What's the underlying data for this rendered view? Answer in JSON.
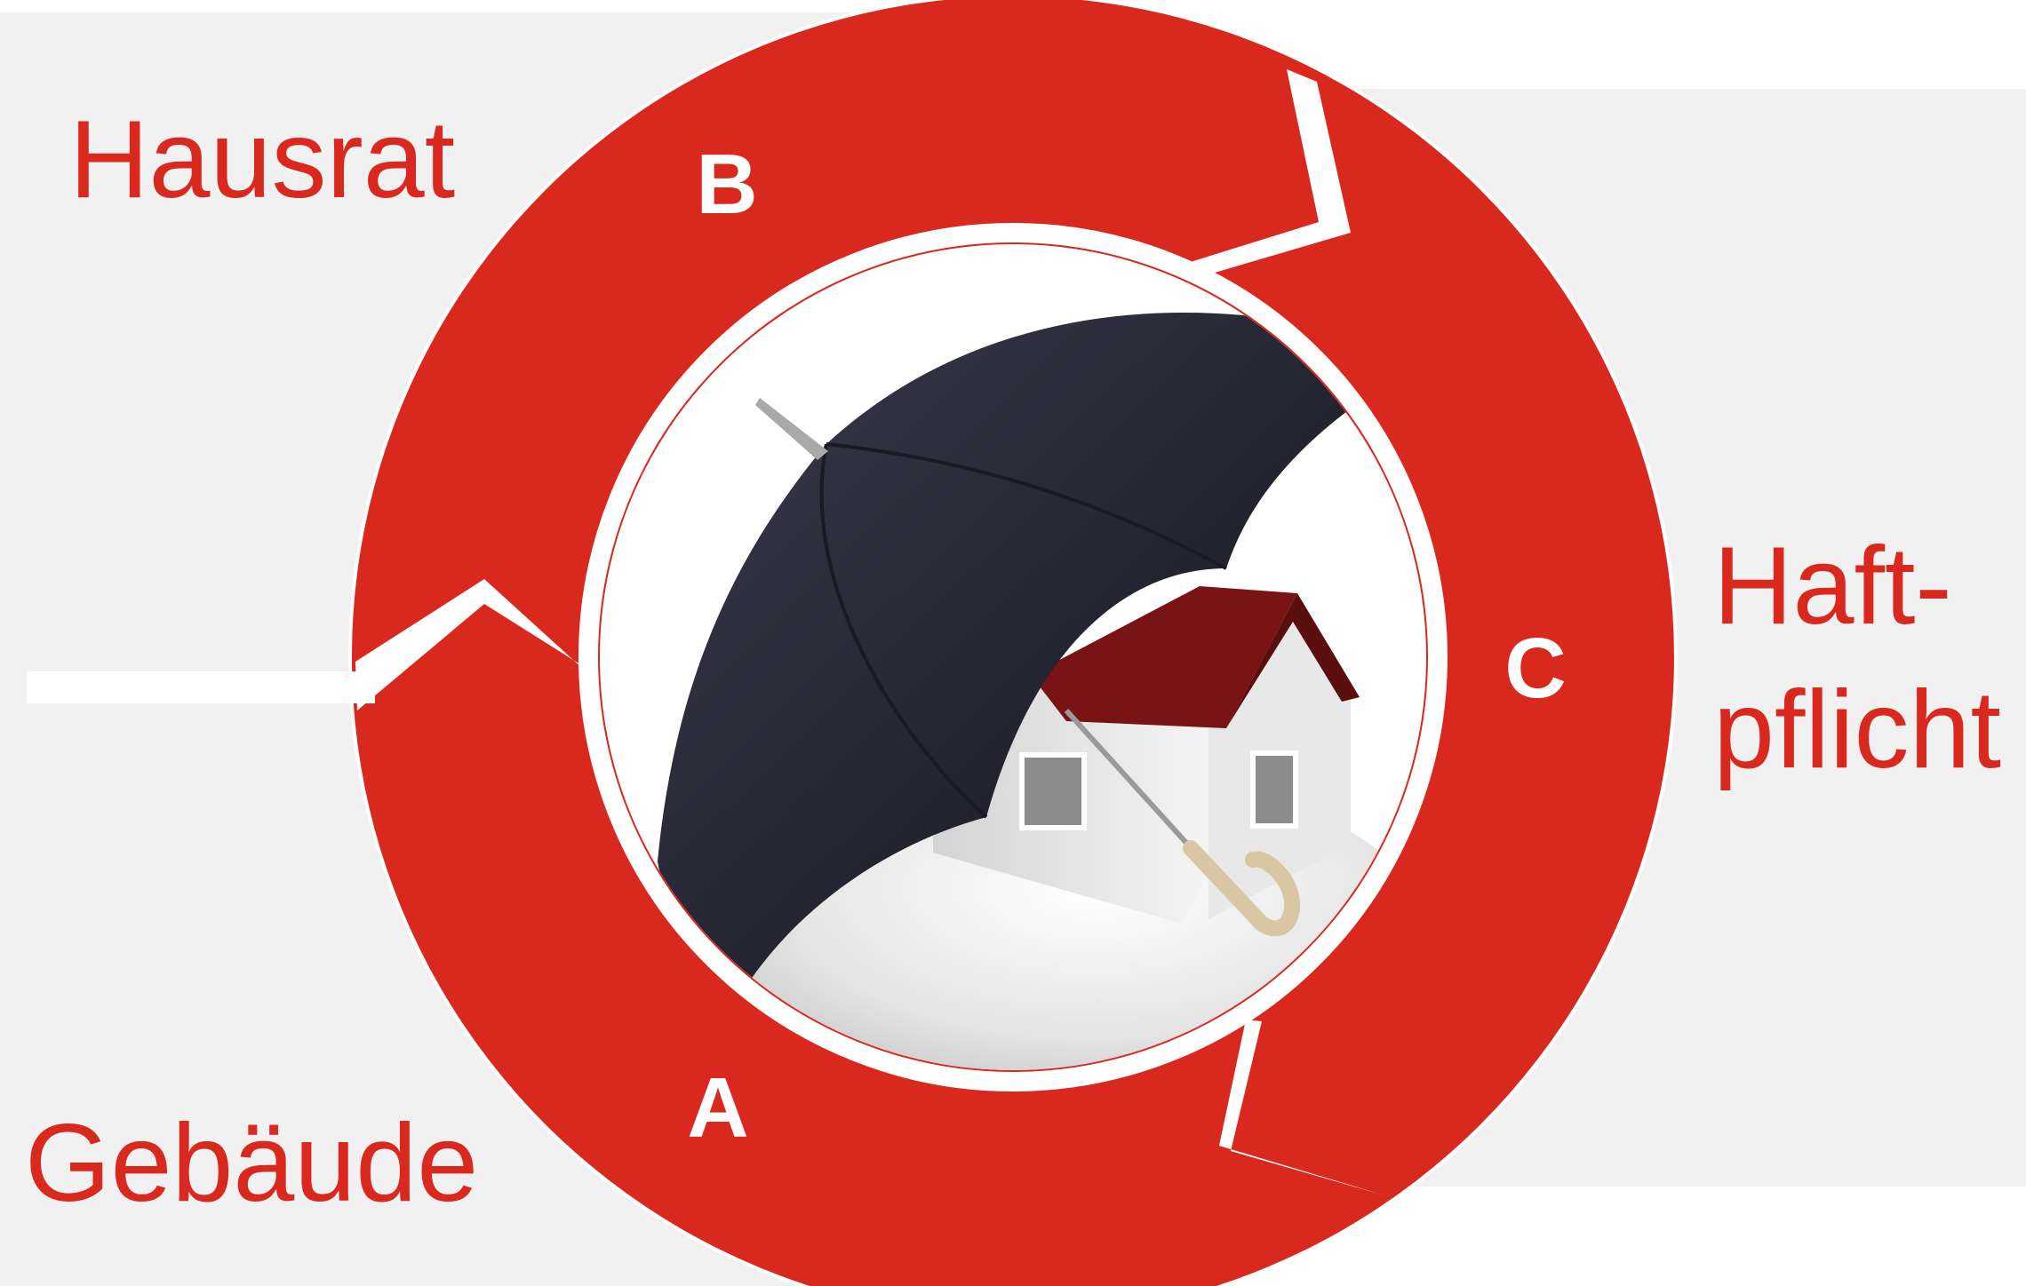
{
  "labels": {
    "top_left": "Hausrat",
    "bottom_left": "Gebäude",
    "right_line1": "Haft-",
    "right_line2": "pflicht"
  },
  "segments": {
    "a": "A",
    "b": "B",
    "c": "C"
  },
  "colors": {
    "ring_red": "#d9281e",
    "label_red": "#d9281e",
    "background_gray": "#f1f1f1",
    "umbrella_canopy": "#2b2b3a",
    "roof_red": "#7a1414"
  },
  "center_image": {
    "icon": "umbrella-over-house-icon"
  }
}
